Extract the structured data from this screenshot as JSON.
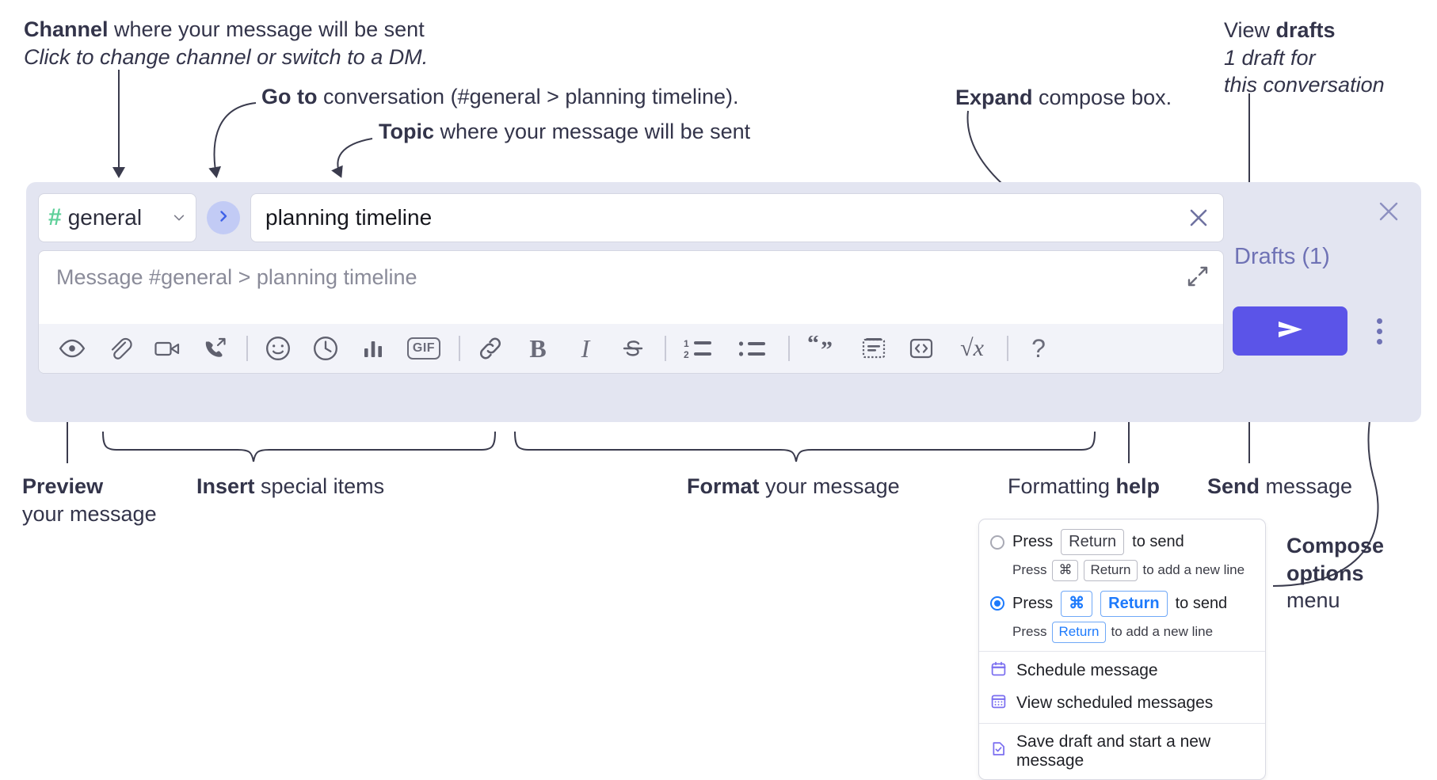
{
  "annotations": {
    "channel": {
      "bold": "Channel",
      "rest": " where your message will be sent",
      "sub": "Click to change channel or switch to a DM."
    },
    "goto": {
      "bold": "Go to",
      "rest": " conversation (#general > planning timeline)."
    },
    "topic": {
      "bold": "Topic",
      "rest": " where your message will be sent"
    },
    "expand": {
      "bold": "Expand",
      "rest": " compose box."
    },
    "drafts": {
      "bold_pre": "View ",
      "bold": "drafts",
      "sub1": "1 draft for",
      "sub2": "this conversation"
    },
    "preview": {
      "bold": "Preview",
      "sub": "your message"
    },
    "insert": {
      "bold": "Insert",
      "rest": " special items"
    },
    "format": {
      "bold": "Format",
      "rest": " your message"
    },
    "help": {
      "pre": "Formatting ",
      "bold": "help"
    },
    "send": {
      "bold": "Send",
      "rest": " message"
    },
    "compose_options": {
      "bold1": "Compose",
      "bold2": "options",
      "rest": "menu"
    }
  },
  "compose": {
    "channel_picker": {
      "hash": "#",
      "name": "general",
      "chevron": "chevron-down-icon"
    },
    "goto_button": {
      "icon": "chevron-right-icon"
    },
    "topic": {
      "value": "planning timeline",
      "clear_icon": "close-icon"
    },
    "message": {
      "placeholder": "Message #general > planning timeline",
      "expand_icon": "expand-icon"
    },
    "toolbar": [
      {
        "name": "preview-button",
        "icon": "eye-icon"
      },
      {
        "name": "attach-button",
        "icon": "paperclip-icon"
      },
      {
        "name": "video-button",
        "icon": "video-camera-icon"
      },
      {
        "name": "call-button",
        "icon": "phone-forward-icon"
      },
      {
        "name": "divider-1",
        "icon": "divider"
      },
      {
        "name": "emoji-button",
        "icon": "smiley-icon"
      },
      {
        "name": "reminder-button",
        "icon": "clock-icon"
      },
      {
        "name": "poll-button",
        "icon": "bar-chart-icon"
      },
      {
        "name": "gif-button",
        "icon": "gif-icon",
        "label": "GIF"
      },
      {
        "name": "divider-2",
        "icon": "divider"
      },
      {
        "name": "link-button",
        "icon": "link-icon"
      },
      {
        "name": "bold-button",
        "icon": "bold-icon",
        "label": "B"
      },
      {
        "name": "italic-button",
        "icon": "italic-icon",
        "label": "I"
      },
      {
        "name": "strikethrough-button",
        "icon": "strikethrough-icon"
      },
      {
        "name": "divider-3",
        "icon": "divider"
      },
      {
        "name": "ordered-list-button",
        "icon": "ordered-list-icon"
      },
      {
        "name": "bulleted-list-button",
        "icon": "bulleted-list-icon"
      },
      {
        "name": "divider-4",
        "icon": "divider"
      },
      {
        "name": "blockquote-button",
        "icon": "quote-icon"
      },
      {
        "name": "code-block-button",
        "icon": "code-block-icon"
      },
      {
        "name": "inline-code-button",
        "icon": "inline-code-icon"
      },
      {
        "name": "math-button",
        "icon": "square-root-icon",
        "label": "√x"
      },
      {
        "name": "divider-5",
        "icon": "divider"
      },
      {
        "name": "formatting-help-button",
        "icon": "question-mark-icon",
        "label": "?"
      }
    ],
    "rail": {
      "close_icon": "close-icon",
      "drafts_label": "Drafts (1)",
      "send_icon": "paper-plane-icon",
      "kebab_icon": "kebab-menu-icon"
    }
  },
  "menu": {
    "options": [
      {
        "selected": false,
        "main": {
          "pre": "Press",
          "key": "Return",
          "post": "to send"
        },
        "sub": {
          "pre": "Press",
          "key1": "⌘",
          "key2": "Return",
          "post": "to add a new line"
        }
      },
      {
        "selected": true,
        "main": {
          "pre": "Press",
          "key1": "⌘",
          "key2": "Return",
          "post": "to send"
        },
        "sub": {
          "pre": "Press",
          "key": "Return",
          "post": "to add a new line"
        }
      }
    ],
    "items": [
      {
        "icon": "calendar-icon",
        "label": "Schedule message"
      },
      {
        "icon": "calendar-grid-icon",
        "label": "View scheduled messages"
      },
      {
        "icon": "document-check-icon",
        "label": "Save draft and start a new message"
      }
    ]
  },
  "colors": {
    "accent": "#5b54e8",
    "hash_green": "#5fd09a",
    "goto_blue": "#c2cbf5",
    "drafts_purple": "#6f72b5",
    "panel_bg": "#e3e5f1",
    "key_blue": "#1d7afc"
  }
}
